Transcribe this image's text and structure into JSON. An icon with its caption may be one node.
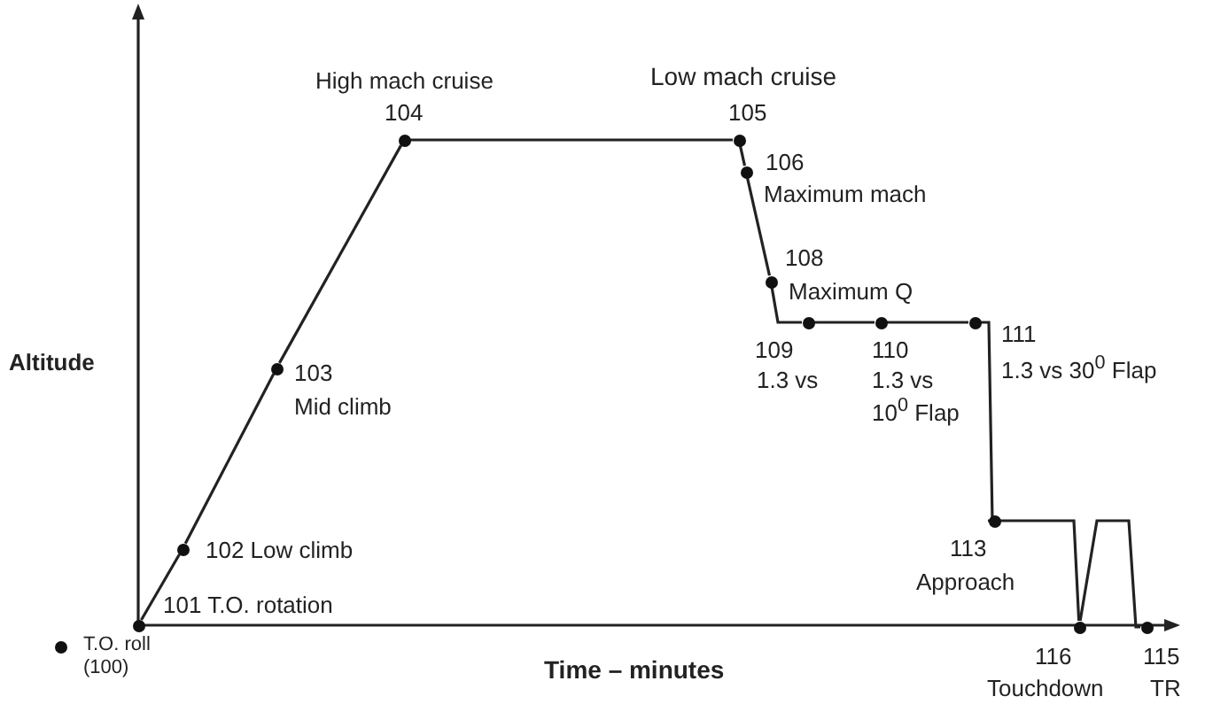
{
  "diagram": {
    "nodes": [
      {
        "text": [
          "101 T.O. rotation"
        ]
      },
      {
        "text": [
          "102 Low climb"
        ]
      },
      {
        "text": [
          "103",
          "Mid climb"
        ]
      },
      {
        "text": [
          "High mach cruise",
          "104"
        ]
      },
      {
        "text": [
          "Low mach cruise",
          "105"
        ]
      },
      {
        "text": [
          "106",
          "Maximum mach"
        ]
      },
      {
        "text": [
          "108",
          "Maximum Q"
        ]
      },
      {
        "text": [
          "109",
          "1.3 vs"
        ]
      },
      {
        "text": [
          "110",
          "1.3 vs 10$^{0}$ Flap"
        ]
      },
      {
        "text": [
          "111",
          "1.3 vs 30$^{0}$ Flap"
        ]
      },
      {
        "text": [
          "113",
          "Approach"
        ]
      },
      {
        "text": [
          "116",
          "Touchdown"
        ]
      },
      {
        "text": [
          "115",
          "TR"
        ]
      }
    ],
    "edges": [
      {
        "from": 0,
        "to": 1,
        "arrow": "none"
      },
      {
        "from": 1,
        "to": 2,
        "arrow": "none"
      },
      {
        "from": 2,
        "to": 3,
        "arrow": "none"
      },
      {
        "from": 3,
        "to": 4,
        "arrow": "none"
      },
      {
        "from": 4,
        "to": 5,
        "arrow": "none"
      },
      {
        "from": 5,
        "to": 6,
        "arrow": "none"
      },
      {
        "from": 6,
        "to": 7,
        "arrow": "none"
      },
      {
        "from": 7,
        "to": 8,
        "arrow": "none"
      },
      {
        "from": 8,
        "to": 9,
        "arrow": "none"
      },
      {
        "from": 9,
        "to": 10,
        "arrow": "none"
      },
      {
        "from": 10,
        "to": 11,
        "arrow": "none"
      },
      {
        "from": 11,
        "to": 12,
        "arrow": "none"
      }
    ],
    "labels": [
      "Altitude",
      "T.O. roll (100)",
      "Time – minutes"
    ]
  }
}
